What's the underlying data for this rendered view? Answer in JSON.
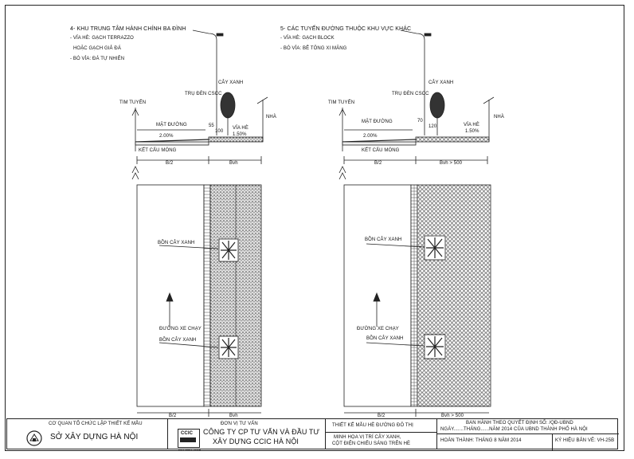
{
  "sections": [
    {
      "heading": "4- KHU TRUNG TÂM HÀNH CHÍNH BA ĐÌNH",
      "notes": [
        "- VỈA HÈ: GẠCH TERRAZZO",
        "HOẶC GẠCH GIẢ ĐÁ",
        "- BÓ VỈA: ĐÁ TỰ NHIÊN"
      ],
      "labels": {
        "cay_xanh": "CÂY XANH",
        "tru_den": "TRỤ ĐÈN CSCC",
        "tim_tuyen": "TIM TUYẾN",
        "mat_duong": "MẶT ĐƯỜNG",
        "slope_road": "2.00%",
        "via_he": "VỈA HÈ",
        "slope_walk": "1.50%",
        "dim_55": "55",
        "dim_100": "100",
        "nha": "NHÀ",
        "ket_cau": "KẾT CẤU MÓNG",
        "b2": "B/2",
        "bvh": "Bvh",
        "bon1": "BỒN CÂY XANH",
        "duong_xe": "ĐƯỜNG XE CHẠY",
        "bon2": "BỒN CÂY XANH",
        "b2_bottom": "B/2",
        "bvh_bottom": "Bvh"
      }
    },
    {
      "heading": "5- CÁC TUYẾN ĐƯỜNG THUỘC KHU VỰC KHÁC",
      "notes": [
        "- VỈA HÈ: GẠCH BLOCK",
        "- BÓ VỈA: BÊ TÔNG XI MĂNG"
      ],
      "labels": {
        "cay_xanh": "CÂY XANH",
        "tru_den": "TRỤ ĐÈN CSCC",
        "tim_tuyen": "TIM TUYẾN",
        "mat_duong": "MẶT ĐƯỜNG",
        "slope_road": "2.00%",
        "via_he": "VỈA HÈ",
        "slope_walk": "1.50%",
        "dim_55": "70",
        "dim_100": "120",
        "nha": "NHÀ",
        "ket_cau": "KẾT CẤU MÓNG",
        "b2": "B/2",
        "bvh": "Bvh > 500",
        "bon1": "BỒN CÂY XANH",
        "duong_xe": "ĐƯỜNG XE CHẠY",
        "bon2": "BỒN CÂY XANH",
        "b2_bottom": "B/2",
        "bvh_bottom": "Bvh > 500"
      }
    }
  ],
  "title_block": {
    "agency_label": "CƠ QUAN TỔ CHỨC LẬP THIẾT KẾ MẪU",
    "agency_name": "SỞ XÂY DỰNG HÀ NỘI",
    "consultant_label": "ĐƠN VỊ TƯ VẤN",
    "consultant_line1": "CÔNG TY CP TƯ VẤN VÀ ĐẦU TƯ",
    "consultant_line2": "XÂY DỰNG CCIC HÀ NỘI",
    "logo_text": "CCIC",
    "logo_sub": "ISO 9001:2008",
    "project": "THIẾT KẾ MẪU HÈ ĐƯỜNG ĐÔ THỊ",
    "drawing_line1": "MINH HỌA VỊ TRÍ CÂY XANH,",
    "drawing_line2": "CỘT ĐIỆN CHIẾU SÁNG TRÊN HÈ",
    "decision_line1": "BAN HÀNH THEO QUYẾT ĐỊNH SỐ:          /QĐ-UBND",
    "decision_line2": "NGÀY.......THÁNG......NĂM 2014 CỦA UBND THÀNH PHỐ HÀ NỘI",
    "completed": "HOÀN THÀNH: THÁNG 8 NĂM 2014",
    "sheet_code": "KÝ HIỆU BẢN VẼ:   VH-25B"
  },
  "colors": {
    "line": "#222222",
    "paper": "#ffffff"
  }
}
